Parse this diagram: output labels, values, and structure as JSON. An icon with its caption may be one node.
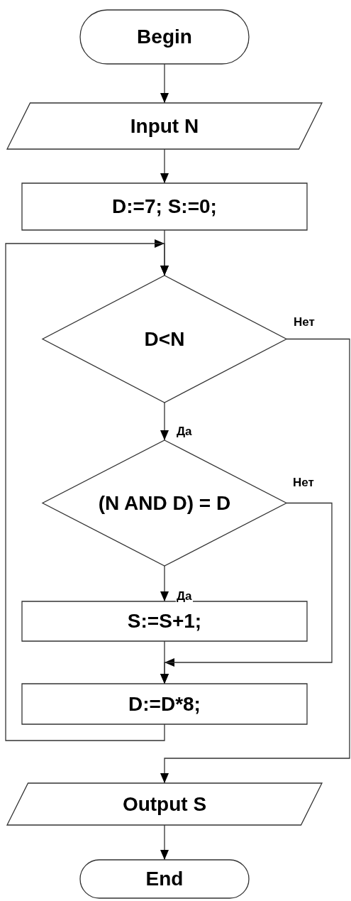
{
  "diagram": {
    "nodes": [
      {
        "text": [
          "Begin"
        ]
      },
      {
        "text": [
          "Input N"
        ]
      },
      {
        "text": [
          "D:=7; S:=0;"
        ]
      },
      {
        "text": [
          "D<N"
        ]
      },
      {
        "text": [
          "(N AND D) = D"
        ]
      },
      {
        "text": [
          "S:=S+1;"
        ]
      },
      {
        "text": [
          "D:=D*8;"
        ]
      },
      {
        "text": [
          "Output S"
        ]
      },
      {
        "text": [
          "End"
        ]
      }
    ],
    "edges": [
      {
        "from": 0,
        "to": 1,
        "arrow": "to"
      },
      {
        "from": 1,
        "to": 2,
        "arrow": "to"
      },
      {
        "from": 2,
        "to": 3,
        "arrow": "to"
      },
      {
        "from": 3,
        "to": 4,
        "arrow": "to",
        "label": "Да"
      },
      {
        "from": 4,
        "to": 5,
        "arrow": "to",
        "label": "Да"
      },
      {
        "from": 4,
        "to": 6,
        "arrow": "to",
        "label": "Нет"
      },
      {
        "from": 5,
        "to": 6,
        "arrow": "to"
      },
      {
        "from": 6,
        "to": 3,
        "arrow": "to"
      },
      {
        "from": 3,
        "to": 7,
        "arrow": "to",
        "label": "Нет"
      },
      {
        "from": 7,
        "to": 8,
        "arrow": "to"
      }
    ]
  }
}
